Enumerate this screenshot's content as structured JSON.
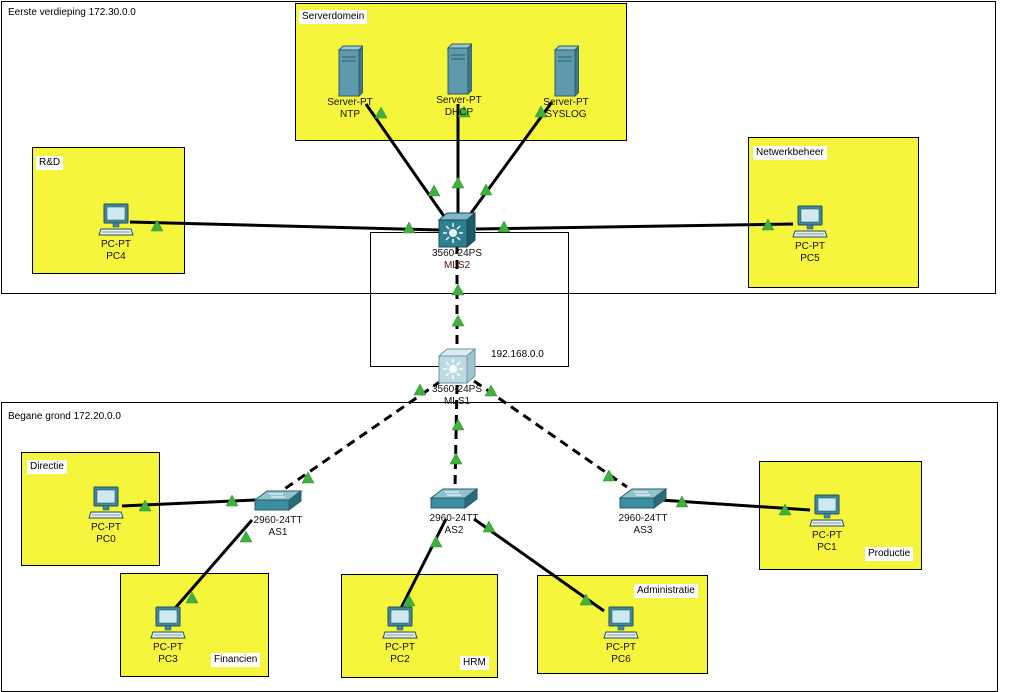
{
  "areas": {
    "first_floor": "Eerste verdieping 172.30.0.0",
    "server_domain": "Serverdomein",
    "rnd": "R&D",
    "network_mgmt": "Netwerkbeheer",
    "core_network": "192.168.0.0",
    "ground_floor": "Begane grond 172.20.0.0",
    "directie": "Directie",
    "financien": "Financien",
    "hrm": "HRM",
    "administratie": "Administratie",
    "productie": "Productie"
  },
  "devices": {
    "ntp": {
      "model": "Server-PT",
      "name": "NTP"
    },
    "dhcp": {
      "model": "Server-PT",
      "name": "DHCP"
    },
    "syslog": {
      "model": "Server-PT",
      "name": "SYSLOG"
    },
    "mls2": {
      "model": "3560-24PS",
      "name": "MLS2"
    },
    "mls1": {
      "model": "3560-24PS",
      "name": "MLS1"
    },
    "pc4": {
      "model": "PC-PT",
      "name": "PC4"
    },
    "pc5": {
      "model": "PC-PT",
      "name": "PC5"
    },
    "as1": {
      "model": "2960-24TT",
      "name": "AS1"
    },
    "as2": {
      "model": "2960-24TT",
      "name": "AS2"
    },
    "as3": {
      "model": "2960-24TT",
      "name": "AS3"
    },
    "pc0": {
      "model": "PC-PT",
      "name": "PC0"
    },
    "pc1": {
      "model": "PC-PT",
      "name": "PC1"
    },
    "pc2": {
      "model": "PC-PT",
      "name": "PC2"
    },
    "pc3": {
      "model": "PC-PT",
      "name": "PC3"
    },
    "pc6": {
      "model": "PC-PT",
      "name": "PC6"
    }
  },
  "colors": {
    "zone_fill": "#f5f53c",
    "link": "#000000",
    "port_up": "#3fb13f",
    "multilayer_switch": "#2e7f8f",
    "access_switch": "#3a8ea0",
    "server": "#6aa3b3"
  },
  "icons": {
    "server": "server-tower-icon",
    "pc": "desktop-pc-icon",
    "multilayer_switch": "multilayer-switch-icon",
    "access_switch": "access-switch-icon",
    "link_light": "green-triangle-link-light-icon"
  }
}
